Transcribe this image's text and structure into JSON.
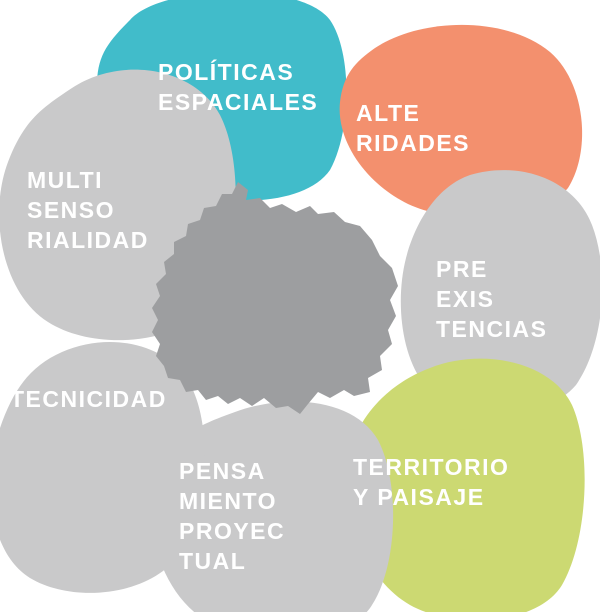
{
  "diagram": {
    "name": "course-themes-petal-diagram",
    "text_color": "#ffffff",
    "background": "#ffffff",
    "center": {
      "name": "territory-silhouette",
      "color": "#9d9ea0"
    },
    "petals": [
      {
        "id": "politicas-espaciales",
        "label": "POLÍTICAS\nESPACIALES",
        "color": "#41bcca"
      },
      {
        "id": "alteridades",
        "label": "ALTE\nRIDADES",
        "color": "#f3906e"
      },
      {
        "id": "preexistencias",
        "label": "PRE\nEXIS\nTENCIAS",
        "color": "#c9c9ca"
      },
      {
        "id": "territorio-y-paisaje",
        "label": "TERRITORIO\nY PAISAJE",
        "color": "#ccd972"
      },
      {
        "id": "pensamiento-proyectual",
        "label": "PENSA\nMIENTO\nPROYEC\nTUAL",
        "color": "#c9c9ca"
      },
      {
        "id": "tecnicidad",
        "label": "TECNICIDAD",
        "color": "#c9c9ca"
      },
      {
        "id": "multisensorialidad",
        "label": "MULTI\nSENSO\nRIALIDAD",
        "color": "#c9c9ca"
      }
    ]
  }
}
